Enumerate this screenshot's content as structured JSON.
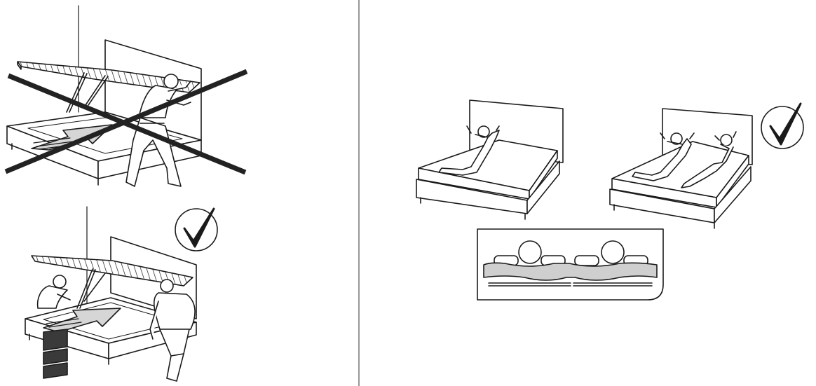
{
  "manual_page": {
    "left_panel": {
      "top_instruction": {
        "verdict": "incorrect",
        "verdict_mark": "cross",
        "people": 1,
        "scene": "one-person-moving-storage-bed-with-lifted-base"
      },
      "bottom_instruction": {
        "verdict": "correct",
        "verdict_mark": "check",
        "people": 2,
        "scene": "two-people-moving-storage-bed-with-lifted-base"
      }
    },
    "right_panel": {
      "instruction": {
        "verdict": "correct",
        "verdict_mark": "check"
      },
      "beds": [
        {
          "occupants": 1,
          "scene": "one-person-lying-on-double-bed"
        },
        {
          "occupants": 2,
          "scene": "two-people-lying-on-double-bed"
        }
      ],
      "detail": {
        "scene": "mattress-cross-section-with-two-sleepers"
      }
    },
    "colors": {
      "ink": "#1a1a1a",
      "arrow_fill": "#d6d6d6",
      "mattress_fill": "#cfcfcf",
      "divider": "#555555",
      "cross": "#222222"
    },
    "icons": [
      "cross-mark-icon",
      "check-mark-icon"
    ]
  }
}
